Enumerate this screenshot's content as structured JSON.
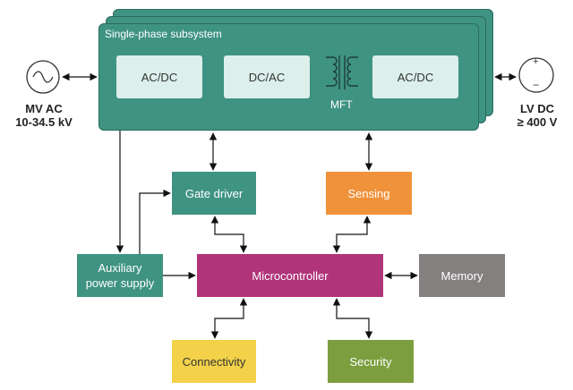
{
  "subsystem": {
    "title": "Single-phase subsystem",
    "stage1": "AC/DC",
    "stage2": "DC/AC",
    "stage3": "AC/DC",
    "transformer_label": "MFT"
  },
  "source": {
    "line1": "MV AC",
    "line2": "10-34.5 kV"
  },
  "load": {
    "line1": "LV DC",
    "line2": "≥ 400 V",
    "plus": "+",
    "minus": "−"
  },
  "blocks": {
    "gate_driver": "Gate driver",
    "sensing": "Sensing",
    "aux_line1": "Auxiliary",
    "aux_line2": "power supply",
    "microcontroller": "Microcontroller",
    "memory": "Memory",
    "connectivity": "Connectivity",
    "security": "Security"
  },
  "colors": {
    "teal": "#3f9383",
    "orange": "#f0923a",
    "magenta": "#b0347a",
    "gray": "#858080",
    "yellow": "#f3d24a",
    "green": "#7c9e3e"
  }
}
